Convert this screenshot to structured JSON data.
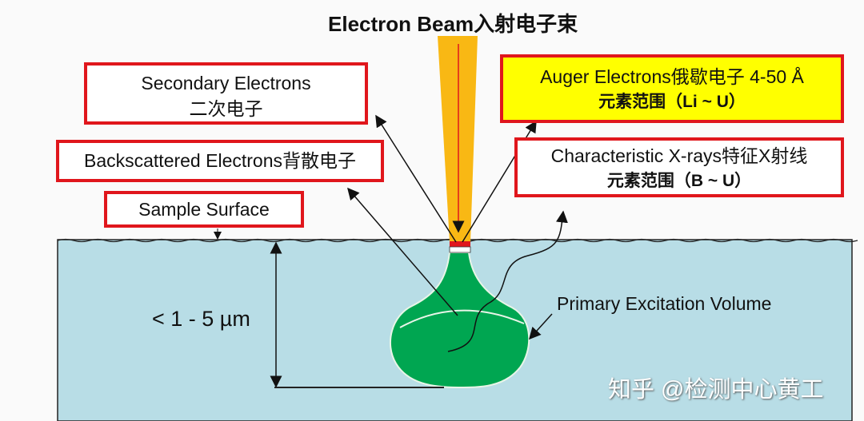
{
  "title": "Electron Beam入射电子束",
  "labels": {
    "secondary_en": "Secondary Electrons",
    "secondary_cn": "二次电子",
    "backscattered": "Backscattered Electrons背散电子",
    "sample_surface": "Sample Surface",
    "auger_line1": "Auger Electrons俄歇电子 4-50 Å",
    "auger_line2": "元素范围（Li ~ U）",
    "xray_line1": "Characteristic X-rays特征X射线",
    "xray_line2": "元素范围（B ~ U）",
    "excitation_volume": "Primary Excitation Volume",
    "depth": "< 1 - 5 µm"
  },
  "watermark": "知乎 @检测中心黄工",
  "colors": {
    "box_border": "#e0161c",
    "auger_fill": "#ffff00",
    "sample": "#b8dde6",
    "volume": "#00a651",
    "beam": "#f9b814"
  }
}
